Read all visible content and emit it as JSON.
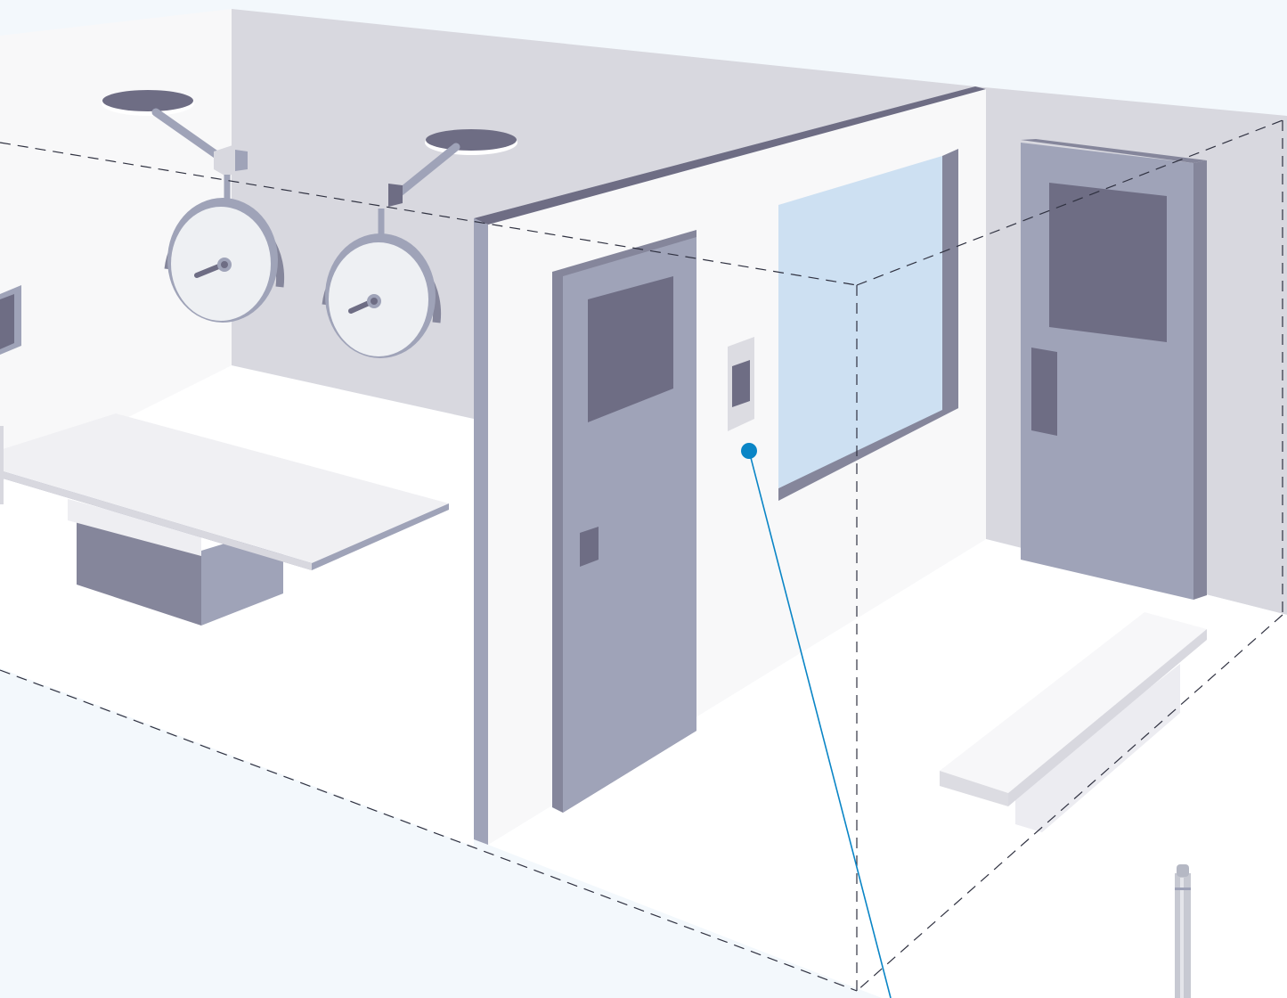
{
  "scene": {
    "type": "isometric-cleanroom-illustration",
    "rooms": [
      "operating-room",
      "anteroom"
    ],
    "objects": [
      "ceiling-surgical-light-1",
      "ceiling-surgical-light-2",
      "operating-table",
      "left-wall-monitor",
      "door-operating-room",
      "wall-sensor-panel",
      "observation-window",
      "door-anteroom",
      "bench",
      "sensor-probe"
    ],
    "callout": {
      "target": "wall-sensor-panel",
      "has_label": false
    }
  },
  "colors": {
    "background": "#f3f8fc",
    "floor": "#ffffff",
    "wall_light": "#f8f8f9",
    "wall_back": "#d8d8df",
    "door": "#9fa3b8",
    "door_dark": "#6e6d84",
    "door_edge": "#85869b",
    "window_glass": "#cde0f2",
    "callout": "#0a85c6",
    "dashed_outline": "#2f3140"
  }
}
